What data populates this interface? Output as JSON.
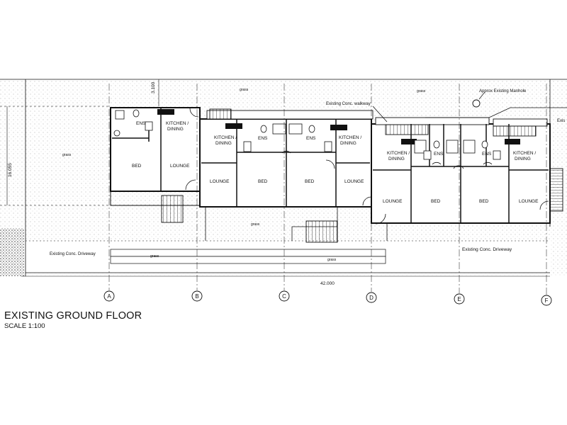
{
  "drawing": {
    "title": "EXISTING GROUND FLOOR",
    "scale": "SCALE 1:100"
  },
  "rooms": {
    "bed": "BED",
    "lounge": "LOUNGE",
    "ens": "ENS",
    "kitchen_line1": "KITCHEN /",
    "kitchen_line2": "DINING"
  },
  "site_labels": {
    "grass": "grass",
    "walkway": "Existing Conc. walkway",
    "manhole": "Approx Existing Manhole",
    "driveway": "Existing Conc. Driveway",
    "driveway_left": "Existing Conc. Driveway",
    "edge_text": "Exis"
  },
  "dimensions": {
    "overall_width": "42.000",
    "depth": "16.055",
    "offset": "3.100"
  },
  "grid_markers": [
    "A",
    "B",
    "C",
    "D",
    "E",
    "F"
  ],
  "colors": {
    "line": "#111111",
    "hatch": "#9a9a9a",
    "gravel": "#555555",
    "paper": "#ffffff"
  }
}
